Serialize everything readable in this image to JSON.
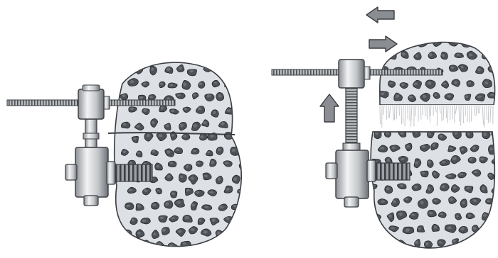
{
  "figure": {
    "panels": [
      {
        "id": "left",
        "state": "before distraction",
        "components": [
          "bone-segment",
          "osteotomy-line",
          "transport-rod",
          "rod-clamp",
          "vertical-post",
          "base-housing",
          "fixation-screw"
        ]
      },
      {
        "id": "right",
        "state": "after distraction",
        "components": [
          "upper-bone-segment",
          "lower-bone-segment",
          "distraction-gap",
          "transport-rod",
          "rod-clamp",
          "threaded-post",
          "base-housing",
          "fixation-screw"
        ],
        "arrows": [
          {
            "icon": "arrow-left-icon",
            "direction": "left"
          },
          {
            "icon": "arrow-right-icon",
            "direction": "right"
          },
          {
            "icon": "arrow-up-icon",
            "direction": "up"
          }
        ]
      }
    ],
    "colors": {
      "bone_fill": "#dde0e4",
      "pore_fill": "#4e5257",
      "outline": "#3a3d42",
      "metal_light": "#e9eaeb",
      "metal_mid": "#b4b7ba",
      "metal_dark": "#6d7176",
      "arrow_fill": "#8a8d91",
      "gap_fill": "#ffffff"
    }
  }
}
